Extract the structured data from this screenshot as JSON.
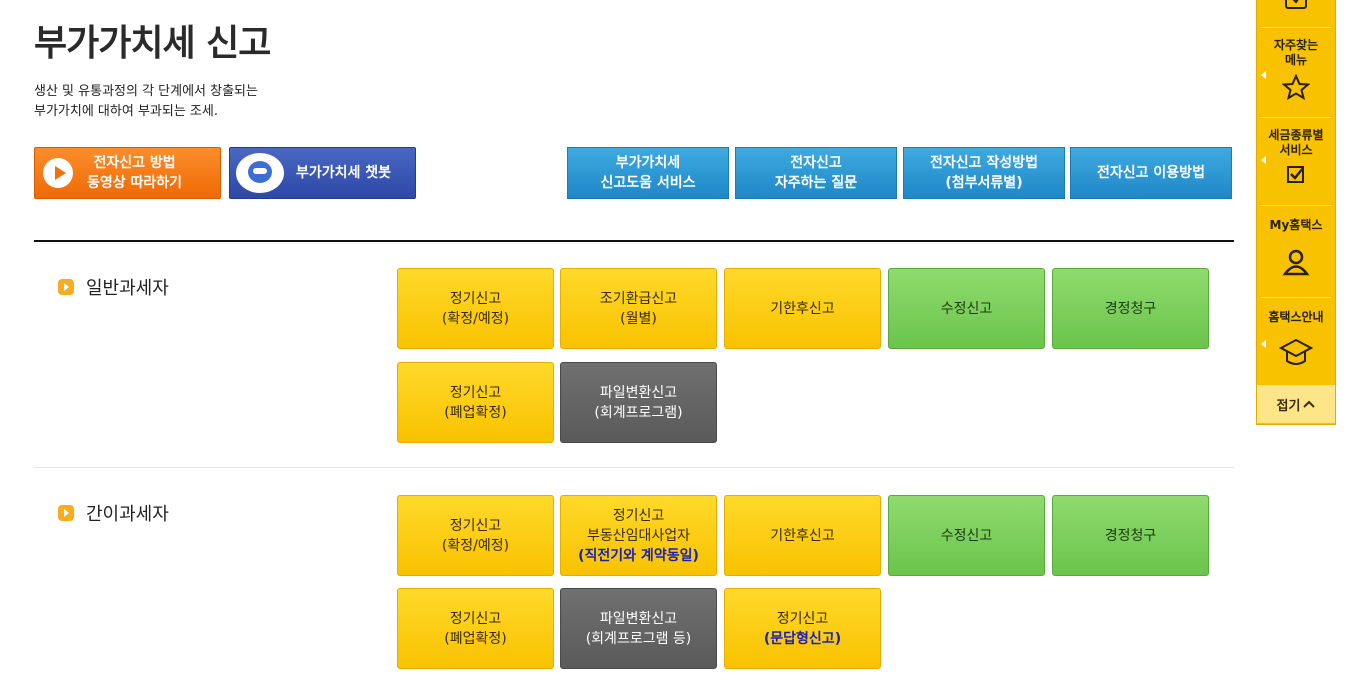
{
  "page_title": "부가가치세 신고",
  "description": [
    "생산 및 유통과정의 각 단계에서 창출되는",
    "부가가치에 대하여 부과되는 조세."
  ],
  "top_buttons": {
    "video": [
      "전자신고 방법",
      "동영상 따라하기"
    ],
    "chatbot": "부가가치세 챗봇",
    "help_service": [
      "부가가치세",
      "신고도움 서비스"
    ],
    "faq": [
      "전자신고",
      "자주하는 질문"
    ],
    "howto": [
      "전자신고 작성방법",
      "(첨부서류별)"
    ],
    "usage": "전자신고 이용방법"
  },
  "sections": {
    "general": {
      "label": "일반과세자",
      "buttons": [
        {
          "lines": [
            "정기신고",
            "(확정/예정)"
          ]
        },
        {
          "lines": [
            "조기환급신고",
            "(월별)"
          ]
        },
        {
          "lines": [
            "기한후신고"
          ]
        },
        {
          "lines": [
            "수정신고"
          ]
        },
        {
          "lines": [
            "경정청구"
          ]
        },
        {
          "lines": [
            "정기신고",
            "(폐업확정)"
          ]
        },
        {
          "lines": [
            "파일변환신고",
            "(회계프로그램)"
          ]
        }
      ]
    },
    "simplified": {
      "label": "간이과세자",
      "buttons": [
        {
          "lines": [
            "정기신고",
            "(확정/예정)"
          ]
        },
        {
          "lines": [
            "정기신고",
            "부동산임대사업자"
          ],
          "note": "(직전기와 계약동일)"
        },
        {
          "lines": [
            "기한후신고"
          ]
        },
        {
          "lines": [
            "수정신고"
          ]
        },
        {
          "lines": [
            "경정청구"
          ]
        },
        {
          "lines": [
            "정기신고",
            "(폐업확정)"
          ]
        },
        {
          "lines": [
            "파일변환신고",
            "(회계프로그램 등)"
          ]
        },
        {
          "lines": [
            "정기신고"
          ],
          "note": "(문답형신고)"
        }
      ]
    }
  },
  "sidebar": {
    "favorites": [
      "자주찾는",
      "메뉴"
    ],
    "tax_services": [
      "세금종류별",
      "서비스"
    ],
    "my_hometax": "My홈택스",
    "guide": "홈택스안내",
    "fold": "접기",
    "colors": {
      "accent": "#f8c200"
    }
  },
  "colors": {
    "yellow": "#fcd000",
    "green": "#7ccf5b",
    "dark": "#666666",
    "blue": "#2a95d3",
    "orange": "#f47b14",
    "note": "#1a1fb4"
  }
}
